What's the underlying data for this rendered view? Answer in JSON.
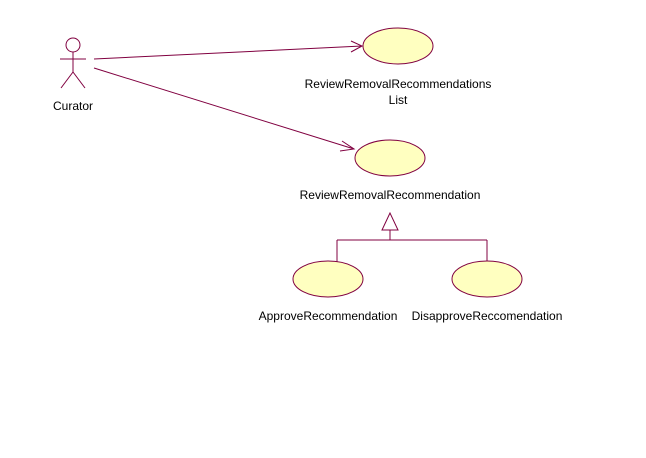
{
  "diagram": {
    "type": "uml-use-case",
    "colors": {
      "stroke": "#800040",
      "usecase_fill": "#ffffc0",
      "text": "#000000"
    },
    "actor": {
      "name": "Curator"
    },
    "use_cases": {
      "review_list": {
        "label_line1": "ReviewRemovalRecommendations",
        "label_line2": "List"
      },
      "review": {
        "label": "ReviewRemovalRecommendation"
      },
      "approve": {
        "label": "ApproveRecommendation"
      },
      "disapprove": {
        "label": "DisapproveReccomendation"
      }
    },
    "relationships": [
      {
        "kind": "association",
        "from": "Curator",
        "to": "ReviewRemovalRecommendations List"
      },
      {
        "kind": "association",
        "from": "Curator",
        "to": "ReviewRemovalRecommendation"
      },
      {
        "kind": "generalization",
        "from": "ApproveRecommendation",
        "to": "ReviewRemovalRecommendation"
      },
      {
        "kind": "generalization",
        "from": "DisapproveReccomendation",
        "to": "ReviewRemovalRecommendation"
      }
    ]
  }
}
